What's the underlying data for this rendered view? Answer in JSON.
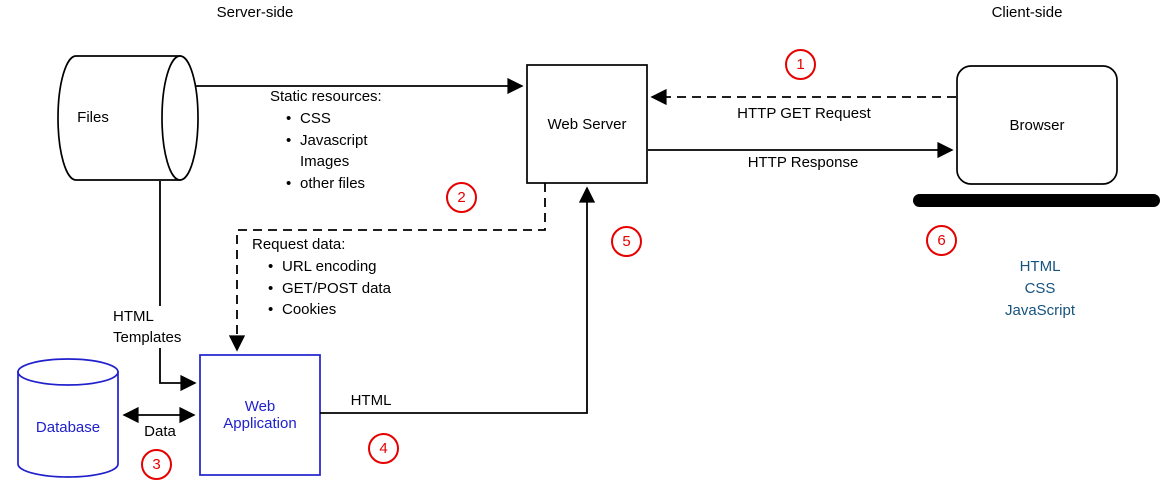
{
  "diagram": {
    "regions": {
      "server_side": "Server-side",
      "client_side": "Client-side"
    },
    "nodes": {
      "files": "Files",
      "web_server": "Web Server",
      "browser": "Browser",
      "web_application": "Web Application",
      "database": "Database"
    },
    "edges": {
      "static_resources": {
        "title": "Static resources:",
        "items": [
          "CSS",
          "Javascript",
          "Images",
          "other files"
        ]
      },
      "http_get_request": "HTTP GET Request",
      "http_response": "HTTP Response",
      "request_data": {
        "title": "Request data:",
        "items": [
          "URL encoding",
          "GET/POST data",
          "Cookies"
        ]
      },
      "html_templates": "HTML\nTemplates",
      "data": "Data",
      "html": "HTML"
    },
    "step_markers": [
      "1",
      "2",
      "3",
      "4",
      "5",
      "6"
    ],
    "browser_renders": [
      "HTML",
      "CSS",
      "JavaScript"
    ],
    "colors": {
      "line_black": "#000000",
      "marker_red": "#e60000",
      "node_blue": "#2020cc",
      "renders_blue": "#16537e"
    }
  }
}
